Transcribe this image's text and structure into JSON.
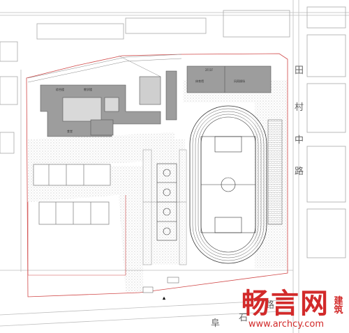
{
  "road_labels": {
    "east_1": "田",
    "east_2": "村",
    "east_3": "中",
    "east_4": "路",
    "south_1": "阜",
    "south_2": "石",
    "south_3": "路"
  },
  "buildings": {
    "main_block_text_a": "综合楼",
    "main_block_text_b": "教学楼",
    "main_block_text_c": "食堂",
    "east_block_text_a": "体育馆",
    "east_block_text_b": "风雨操场",
    "north_floor_text": "2F/1F"
  },
  "watermark": {
    "logo": "畅言网",
    "side": "建筑",
    "url": "www.archcy.com"
  },
  "colors": {
    "building_fill": "#9d9d9d",
    "field_dots": "#c9c9c9",
    "site_boundary": "#d04646",
    "watermark": "#d22a2a"
  }
}
